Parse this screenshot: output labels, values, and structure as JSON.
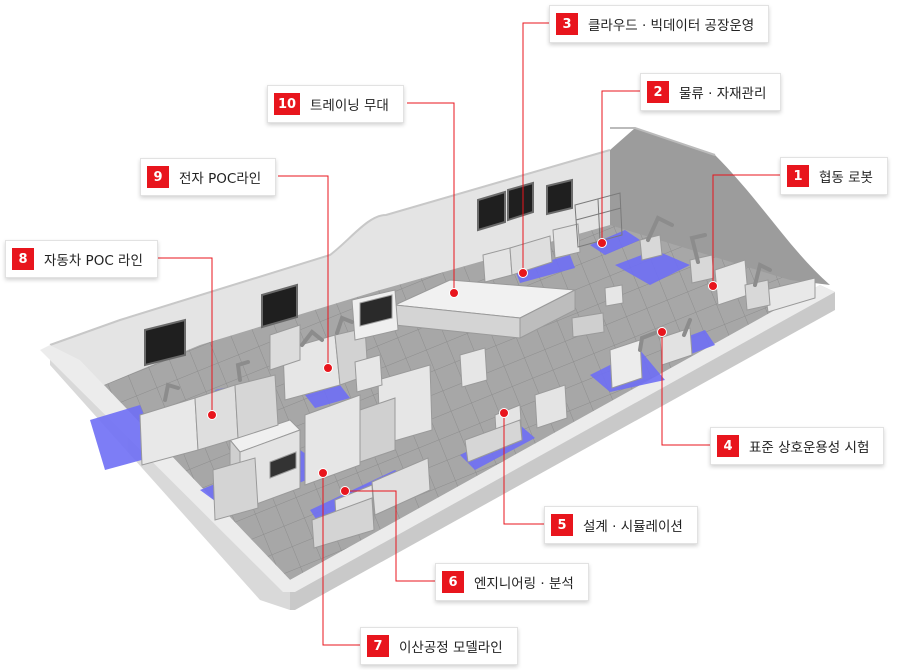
{
  "zones": [
    {
      "num": "1",
      "text": "협동 로봇"
    },
    {
      "num": "2",
      "text": "물류 · 자재관리"
    },
    {
      "num": "3",
      "text": "클라우드 · 빅데이터 공장운영"
    },
    {
      "num": "4",
      "text": "표준 상호운용성 시험"
    },
    {
      "num": "5",
      "text": "설계 · 시뮬레이션"
    },
    {
      "num": "6",
      "text": "엔지니어링 · 분석"
    },
    {
      "num": "7",
      "text": "이산공정 모델라인"
    },
    {
      "num": "8",
      "text": "자동차 POC 라인"
    },
    {
      "num": "9",
      "text": "전자 POC라인"
    },
    {
      "num": "10",
      "text": "트레이닝 무대"
    }
  ],
  "colors": {
    "marker": "#e8151d",
    "floor_highlight": "#6f6ff5",
    "floor": "#a9a9a9",
    "wall": "#d8d8d8"
  }
}
